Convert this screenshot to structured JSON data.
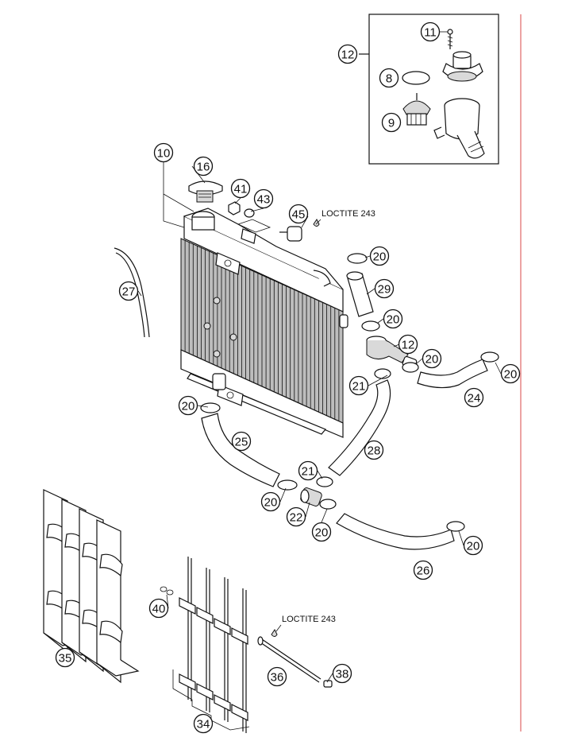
{
  "callouts": [
    {
      "id": "c11",
      "label": "11"
    },
    {
      "id": "c12a",
      "label": "12"
    },
    {
      "id": "c8",
      "label": "8"
    },
    {
      "id": "c9",
      "label": "9"
    },
    {
      "id": "c10",
      "label": "10"
    },
    {
      "id": "c16",
      "label": "16"
    },
    {
      "id": "c41",
      "label": "41"
    },
    {
      "id": "c43",
      "label": "43"
    },
    {
      "id": "c45",
      "label": "45"
    },
    {
      "id": "c20a",
      "label": "20"
    },
    {
      "id": "c29",
      "label": "29"
    },
    {
      "id": "c20b",
      "label": "20"
    },
    {
      "id": "c12b",
      "label": "12"
    },
    {
      "id": "c20c",
      "label": "20"
    },
    {
      "id": "c20d",
      "label": "20"
    },
    {
      "id": "c24",
      "label": "24"
    },
    {
      "id": "c21a",
      "label": "21"
    },
    {
      "id": "c27",
      "label": "27"
    },
    {
      "id": "c20e",
      "label": "20"
    },
    {
      "id": "c25",
      "label": "25"
    },
    {
      "id": "c28",
      "label": "28"
    },
    {
      "id": "c21b",
      "label": "21"
    },
    {
      "id": "c20f",
      "label": "20"
    },
    {
      "id": "c22",
      "label": "22"
    },
    {
      "id": "c20g",
      "label": "20"
    },
    {
      "id": "c20h",
      "label": "20"
    },
    {
      "id": "c26",
      "label": "26"
    },
    {
      "id": "c40",
      "label": "40"
    },
    {
      "id": "c35",
      "label": "35"
    },
    {
      "id": "c36",
      "label": "36"
    },
    {
      "id": "c38",
      "label": "38"
    },
    {
      "id": "c34",
      "label": "34"
    }
  ],
  "notes": {
    "loctite_top": "LOCTITE 243",
    "loctite_bottom": "LOCTITE 243"
  }
}
